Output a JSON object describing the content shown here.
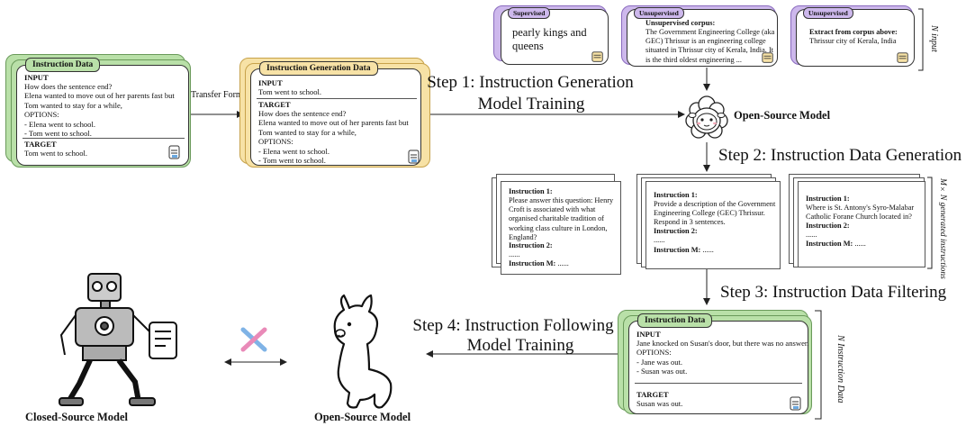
{
  "left_card": {
    "tab": "Instruction Data",
    "input_label": "INPUT",
    "input_text": "How does the sentence end?\nElena wanted to move out of her parents fast but Tom wanted to stay for a while,\nOPTIONS:\n- Elena went to school.\n- Tom went to school.",
    "target_label": "TARGET",
    "target_text": "Tom went to school."
  },
  "transfer_label": "Transfer Format",
  "gen_card": {
    "tab": "Instruction Generation Data",
    "input_label": "INPUT",
    "input_text": "Tom went to school.",
    "target_label": "TARGET",
    "target_text": "How does the sentence end?\nElena wanted to move out of her parents fast but Tom wanted to stay for a while,\nOPTIONS:\n- Elena went to school.\n- Tom went to school."
  },
  "steps": {
    "step1_line1": "Step 1: Instruction Generation",
    "step1_line2": "Model Training",
    "step2": "Step 2: Instruction Data Generation",
    "step3": "Step 3: Instruction Data Filtering",
    "step4_line1": "Step 4: Instruction Following",
    "step4_line2": "Model Training"
  },
  "top_inputs": [
    {
      "tag": "Supervised",
      "text": "pearly kings and queens"
    },
    {
      "tag": "Unsupervised",
      "title": "Unsupervised corpus:",
      "text": "The Government Engineering College (aka GEC) Thrissur is an engineering college situated in Thrissur city of Kerala, India. It is the third oldest engineering ..."
    },
    {
      "tag": "Unsupervised",
      "title": "Extract from corpus above:",
      "text": "Thrissur city of Kerala, India"
    }
  ],
  "n_input_label": "N input",
  "open_source_model_label": "Open-Source Model",
  "generated": [
    {
      "i1": "Instruction 1:",
      "q": "Please answer this question: Henry Croft is associated with what organised charitable tradition of working class culture in London, England?",
      "i2": "Instruction 2:",
      "dots": "......",
      "im": "Instruction M:",
      "im_dots": "......"
    },
    {
      "i1": "Instruction 1:",
      "q": "Provide a description of the Government Engineering College (GEC) Thrissur. Respond in 3 sentences.",
      "i2": "Instruction 2:",
      "dots": "......",
      "im": "Instruction M:",
      "im_dots": "......"
    },
    {
      "i1": "Instruction 1:",
      "q": "Where is St. Antony's Syro-Malabar Catholic Forane Church located in?",
      "i2": "Instruction 2:",
      "dots": "......",
      "im": "Instruction M:",
      "im_dots": "......"
    }
  ],
  "mn_label": "M×N generated instructions",
  "final_card": {
    "tab": "Instruction Data",
    "input_label": "INPUT",
    "input_text": "Jane knocked on Susan's door, but there was no answer.\nOPTIONS:\n- Jane was out.\n- Susan was out.",
    "target_label": "TARGET",
    "target_text": "Susan was out."
  },
  "n_instruction_label": "N Instruction Data",
  "closed_source_label": "Closed-Source Model",
  "open_source_bottom_label": "Open-Source Model",
  "colors": {
    "green": "#b9e0a8",
    "yellow": "#f7e2a6",
    "purple": "#cdb8ec",
    "cross_blue": "#7fb3e6",
    "cross_pink": "#e98ab8"
  }
}
